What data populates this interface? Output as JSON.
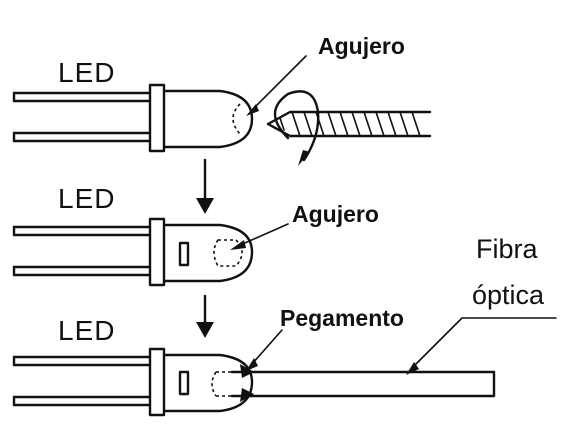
{
  "labels": {
    "led_1": "LED",
    "led_2": "LED",
    "led_3": "LED",
    "agujero_1": "Agujero",
    "agujero_2": "Agujero",
    "pegamento": "Pegamento",
    "fibra_line1": "Fibra",
    "fibra_line2": "óptica"
  }
}
